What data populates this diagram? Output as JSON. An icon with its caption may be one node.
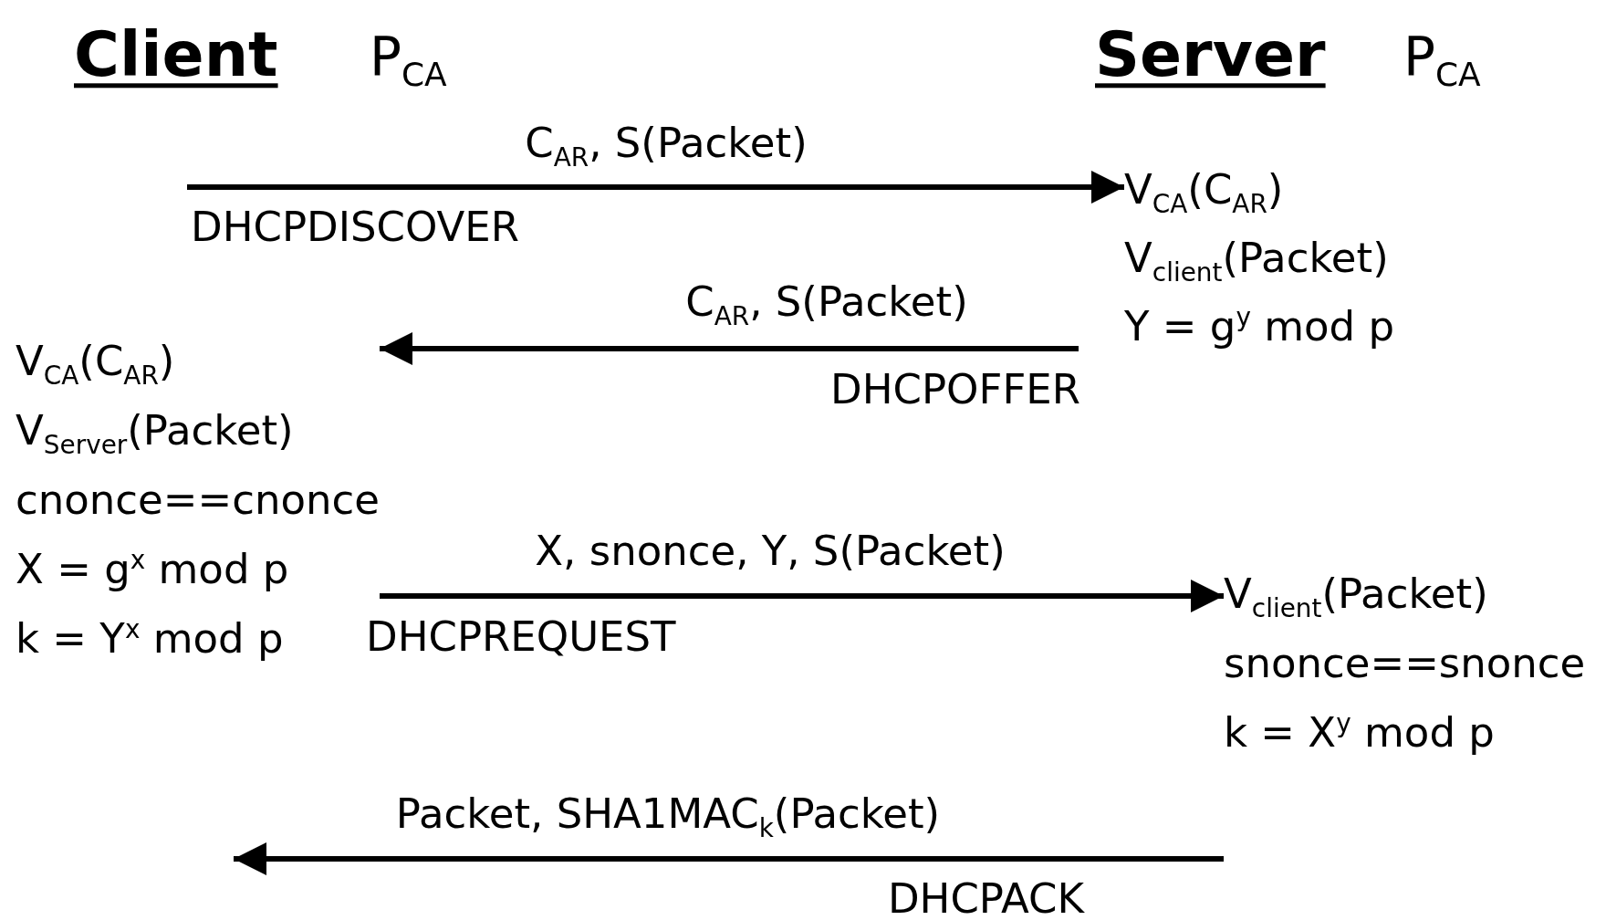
{
  "diagram": {
    "nodes": [
      {
        "text": [
          "Client"
        ],
        "beside": [
          "P$_{CA}$"
        ]
      },
      {
        "text": [
          "Server"
        ],
        "beside": [
          "P$_{CA}$"
        ]
      },
      {
        "text": [
          "V$_{CA}$(C$_{AR}$)",
          "V$_{client}$(Packet)",
          "Y = g$^{y}$ mod p"
        ]
      },
      {
        "text": [
          "V$_{CA}$(C$_{AR}$)",
          "V$_{Server}$(Packet)",
          "cnonce==cnonce",
          "X = g$^{x}$ mod p",
          "k = Y$^{x}$ mod p"
        ]
      },
      {
        "text": [
          "V$_{client}$(Packet)",
          "snonce==snonce",
          "k = X$^{y}$ mod p"
        ]
      }
    ],
    "edges": [
      {
        "from": null,
        "to": 2,
        "arrow": "to",
        "label": "C$_{AR}$, S(Packet)"
      },
      {
        "from": null,
        "to": 3,
        "arrow": "to",
        "label": "C$_{AR}$, S(Packet)"
      },
      {
        "from": 3,
        "to": 4,
        "arrow": "to",
        "label": "X, snonce, Y, S(Packet)"
      },
      {
        "from": 4,
        "to": null,
        "arrow": "to",
        "label": "Packet, SHA1MAC$_{k}$(Packet)"
      }
    ],
    "labels": [
      "DHCPDISCOVER",
      "DHCPOFFER",
      "DHCPREQUEST",
      "DHCPACK"
    ]
  }
}
